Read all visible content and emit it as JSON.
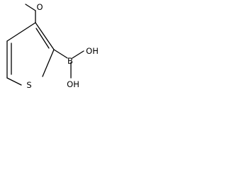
{
  "molecule": {
    "atoms": {
      "sulfur": "S",
      "boron": "B",
      "oxygen_methoxy": "O",
      "hydroxyl_upper": "OH",
      "hydroxyl_lower": "OH"
    }
  },
  "colors": {
    "bond": "#000000",
    "label": "#000000",
    "background": "#ffffff"
  }
}
